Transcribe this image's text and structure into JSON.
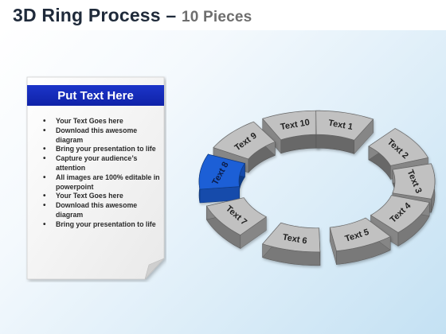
{
  "title": {
    "main": "3D Ring Process – ",
    "sub": "10 Pieces"
  },
  "card": {
    "header": "Put Text Here",
    "bullets": [
      "Your Text Goes here",
      "Download this awesome diagram",
      "Bring your presentation to life",
      "Capture your audience’s attention",
      "All images are 100% editable in powerpoint",
      "Your Text Goes here",
      "Download this awesome diagram",
      "Bring your presentation to life"
    ]
  },
  "ring": {
    "highlight_color": "#1a5fd6",
    "segment_color": "#a8a8a8",
    "segments": [
      {
        "label": "Text 1",
        "highlighted": false
      },
      {
        "label": "Text 2",
        "highlighted": false
      },
      {
        "label": "Text 3",
        "highlighted": false
      },
      {
        "label": "Text 4",
        "highlighted": false
      },
      {
        "label": "Text 5",
        "highlighted": false
      },
      {
        "label": "Text 6",
        "highlighted": false
      },
      {
        "label": "Text 7",
        "highlighted": false
      },
      {
        "label": "Text 8",
        "highlighted": true
      },
      {
        "label": "Text 9",
        "highlighted": false
      },
      {
        "label": "Text 10",
        "highlighted": false
      }
    ]
  }
}
